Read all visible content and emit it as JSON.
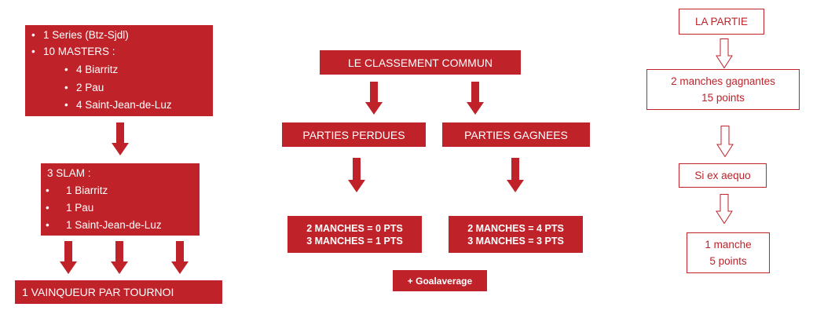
{
  "colors": {
    "accent": "#bf2229",
    "text_on_accent": "#ffffff"
  },
  "left": {
    "box1": {
      "item1": "1 Series (Btz-Sjdl)",
      "item2": "10 MASTERS :",
      "sub1": "4 Biarritz",
      "sub2": "2 Pau",
      "sub3": "4 Saint-Jean-de-Luz"
    },
    "box2": {
      "title": "3 SLAM :",
      "item1": "1 Biarritz",
      "item2": "1 Pau",
      "item3": "1 Saint-Jean-de-Luz"
    },
    "winner": "1 VAINQUEUR PAR TOURNOI"
  },
  "middle": {
    "title": "LE CLASSEMENT COMMUN",
    "lost": {
      "label": "PARTIES PERDUES",
      "line1": "2 MANCHES = 0 PTS",
      "line2": "3 MANCHES = 1 PTS"
    },
    "won": {
      "label": "PARTIES GAGNEES",
      "line1": "2 MANCHES = 4 PTS",
      "line2": "3 MANCHES = 3 PTS"
    },
    "goalaverage": "+ Goalaverage"
  },
  "right": {
    "title": "LA PARTIE",
    "box1": {
      "line1": "2 manches gagnantes",
      "line2": "15 points"
    },
    "tie": "Si ex aequo",
    "box2": {
      "line1": "1 manche",
      "line2": "5 points"
    }
  }
}
